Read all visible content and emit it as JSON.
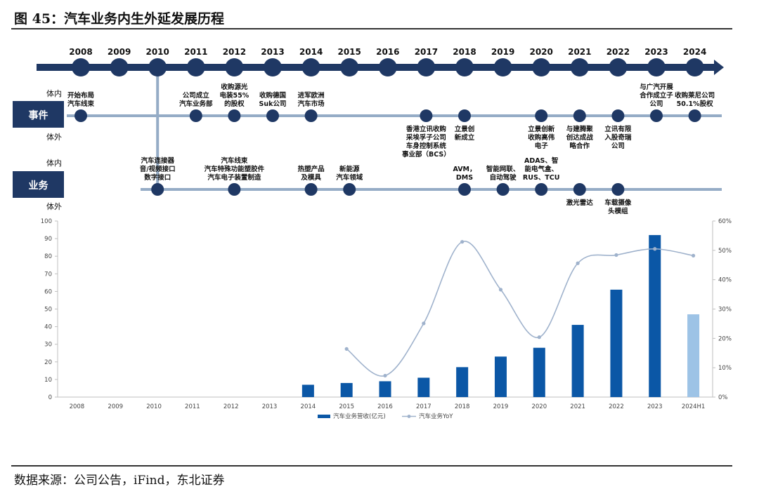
{
  "title": "图 45：汽车业务内生外延发展历程",
  "source": "数据来源：公司公告，iFind，东北证券",
  "colors": {
    "navy": "#1f3864",
    "light_line": "#95acc6",
    "bar": "#0b57a6",
    "bar_light": "#9dc3e6",
    "yoy": "#9fb2cc"
  },
  "timeline": {
    "years": [
      "2008",
      "2009",
      "2010",
      "2011",
      "2012",
      "2013",
      "2014",
      "2015",
      "2016",
      "2017",
      "2018",
      "2019",
      "2020",
      "2021",
      "2022",
      "2023",
      "2024"
    ],
    "row_labels": {
      "event": "事件",
      "business": "业务",
      "inside": "体内",
      "outside": "体外"
    },
    "event_items": [
      {
        "year": "2008",
        "pos": "above",
        "lines": [
          "开始布局",
          "汽车线束"
        ]
      },
      {
        "year": "2011",
        "pos": "above",
        "lines": [
          "公司成立",
          "汽车业务部"
        ]
      },
      {
        "year": "2012",
        "pos": "above",
        "lines": [
          "收购源光",
          "电装55%",
          "的股权"
        ]
      },
      {
        "year": "2013",
        "pos": "above",
        "lines": [
          "收购德国",
          "Suk公司"
        ]
      },
      {
        "year": "2014",
        "pos": "above",
        "lines": [
          "进军欧洲",
          "汽车市场"
        ]
      },
      {
        "year": "2017",
        "pos": "below",
        "lines": [
          "香港立讯收购",
          "采埃孚子公司",
          "车身控制系统",
          "事业部（BCS）"
        ]
      },
      {
        "year": "2018",
        "pos": "below",
        "lines": [
          "立景创",
          "新成立"
        ]
      },
      {
        "year": "2020",
        "pos": "below",
        "lines": [
          "立景创新",
          "收购高伟",
          "电子"
        ]
      },
      {
        "year": "2021",
        "pos": "below",
        "lines": [
          "与建腾聚",
          "创达成战",
          "略合作"
        ]
      },
      {
        "year": "2022",
        "pos": "below",
        "lines": [
          "立讯有限",
          "入股奇瑞",
          "公司"
        ]
      },
      {
        "year": "2023",
        "pos": "above",
        "lines": [
          "与广汽开展",
          "合作成立子",
          "公司"
        ]
      },
      {
        "year": "2024",
        "pos": "above",
        "lines": [
          "收购莱尼公司",
          "50.1%股权"
        ]
      }
    ],
    "business_items": [
      {
        "year": "2010",
        "pos": "above",
        "lines": [
          "汽车连接器",
          "音/视频接口",
          "数字接口"
        ]
      },
      {
        "year": "2012",
        "pos": "above",
        "lines": [
          "汽车线束",
          "汽车特殊功能塑胶件",
          "汽车电子装置制造"
        ]
      },
      {
        "year": "2014",
        "pos": "above",
        "lines": [
          "热塑产品",
          "及模具"
        ]
      },
      {
        "year": "2015",
        "pos": "above",
        "lines": [
          "新能源",
          "汽车领域"
        ]
      },
      {
        "year": "2018",
        "pos": "above",
        "lines": [
          "AVM，",
          "DMS"
        ]
      },
      {
        "year": "2019",
        "pos": "above",
        "lines": [
          "智能网联、",
          "自动驾驶"
        ]
      },
      {
        "year": "2020",
        "pos": "above",
        "lines": [
          "ADAS、智",
          "能电气盒、",
          "RUS、TCU"
        ]
      },
      {
        "year": "2021",
        "pos": "below",
        "lines": [
          "激光雷达"
        ]
      },
      {
        "year": "2022",
        "pos": "below",
        "lines": [
          "车载摄像",
          "头模组"
        ]
      }
    ]
  },
  "chart_data": {
    "type": "bar",
    "categories": [
      "2008",
      "2009",
      "2010",
      "2011",
      "2012",
      "2013",
      "2014",
      "2015",
      "2016",
      "2017",
      "2018",
      "2019",
      "2020",
      "2021",
      "2022",
      "2023",
      "2024H1"
    ],
    "series": [
      {
        "name": "汽车业务营收(亿元)",
        "type": "bar",
        "axis": "left",
        "values": [
          null,
          null,
          null,
          null,
          null,
          null,
          7,
          8,
          9,
          11,
          17,
          23,
          28,
          41,
          61,
          92,
          47
        ]
      },
      {
        "name": "汽车业务YoY",
        "type": "line",
        "axis": "right",
        "unit": "%",
        "values": [
          null,
          null,
          null,
          null,
          null,
          null,
          null,
          16.4,
          7.3,
          25.1,
          52.9,
          36.6,
          20.4,
          45.6,
          48.4,
          50.5,
          48.2
        ]
      }
    ],
    "ylim": [
      0,
      100
    ],
    "y_ticks": [
      0,
      10,
      20,
      30,
      40,
      50,
      60,
      70,
      80,
      90,
      100
    ],
    "y2lim": [
      0,
      60
    ],
    "y2_ticks": [
      "0%",
      "10%",
      "20%",
      "30%",
      "40%",
      "50%",
      "60%"
    ],
    "legend_position": "bottom",
    "grid": false
  }
}
